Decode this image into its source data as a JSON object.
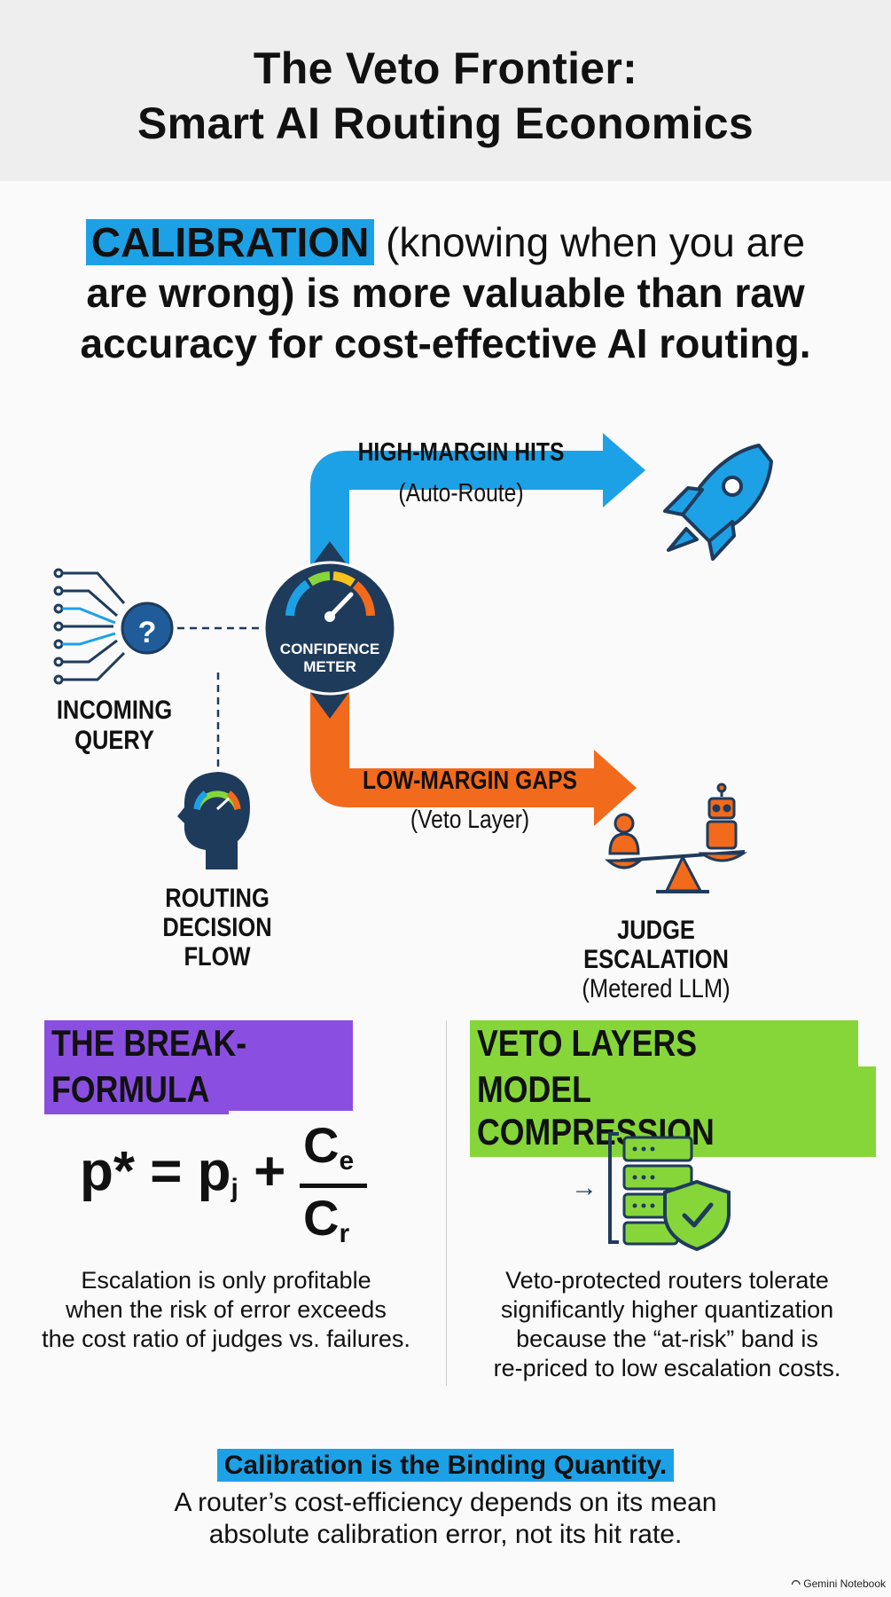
{
  "header": {
    "title_line1": "The Veto Frontier:",
    "title_line2": "Smart AI Routing Economics"
  },
  "thesis": {
    "highlight": "CALIBRATION",
    "line1_rest": " (knowing when you are",
    "line2": "are wrong) is more valuable than raw",
    "line3": "accuracy for cost-effective AI routing."
  },
  "flow": {
    "high_margin_title": "HIGH-MARGIN HITS",
    "high_margin_sub": "(Auto-Route)",
    "incoming_line1": "INCOMING",
    "incoming_line2": "QUERY",
    "meter_line1": "CONFIDENCE",
    "meter_line2": "METER",
    "low_margin_title": "LOW-MARGIN GAPS",
    "low_margin_sub": "(Veto Layer)",
    "routing_line1": "ROUTING",
    "routing_line2": "DECISION",
    "routing_line3": "FLOW",
    "judge_title": "JUDGE ESCALATION",
    "judge_sub": "(Metered LLM)",
    "question_mark": "?"
  },
  "break_even": {
    "title_line1": "THE BREAK-EVEN",
    "title_line2": "FORMULA",
    "formula_left": "p* = p",
    "formula_sub_j": "j",
    "formula_plus": " +",
    "numerator": "C",
    "numerator_sub": "e",
    "denominator": "C",
    "denominator_sub": "r",
    "text_line1": "Escalation is only profitable",
    "text_line2": "when the risk of error exceeds",
    "text_line3": "the cost ratio of judges vs. failures."
  },
  "veto_layers": {
    "title_line1": "VETO LAYERS ENABLE",
    "title_line2": "MODEL COMPRESSION",
    "arrow": "→",
    "text_line1": "Veto-protected routers tolerate",
    "text_line2": "significantly higher quantization",
    "text_line3": "because the “at-risk” band is",
    "text_line4": "re-priced to low escalation costs."
  },
  "conclusion": {
    "highlight": "Calibration is the Binding Quantity.",
    "line1": "A router’s cost-efficiency depends on its mean",
    "line2": "absolute calibration error, not its hit rate."
  },
  "footer": {
    "label": "Gemini Notebook"
  },
  "colors": {
    "blue": "#1da1e6",
    "orange": "#f26a1b",
    "navy": "#1f3b5c",
    "purple": "#8a4fe0",
    "green": "#86d63a",
    "header_bg": "#eeeeee"
  },
  "icons": [
    "circuit-icon",
    "question-icon",
    "confidence-gauge-icon",
    "rocket-icon",
    "head-gauge-icon",
    "scale-judge-icon",
    "robot-icon",
    "person-icon",
    "server-shield-icon",
    "gemini-logo-icon"
  ]
}
